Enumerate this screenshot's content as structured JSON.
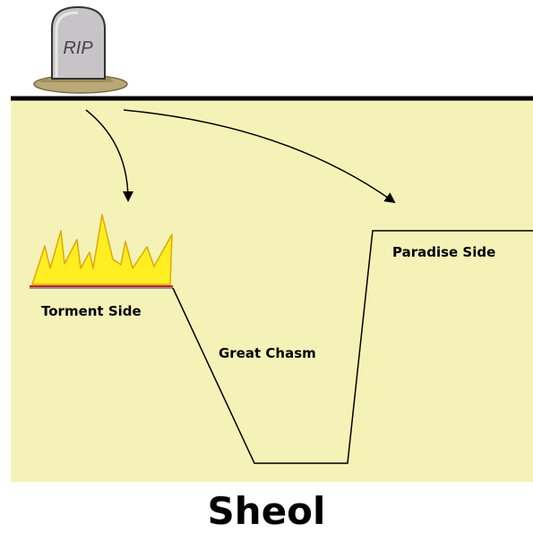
{
  "tombstone": {
    "text": "RIP"
  },
  "labels": {
    "torment": "Torment Side",
    "chasm": "Great Chasm",
    "paradise": "Paradise Side"
  },
  "title": "Sheol",
  "colors": {
    "background": "#f5f2b8",
    "ground": "#000000",
    "flame_fill": "#ffee22",
    "flame_stroke": "#e0a800",
    "stone": "#c7c4c8",
    "dirt": "#b9a878"
  }
}
